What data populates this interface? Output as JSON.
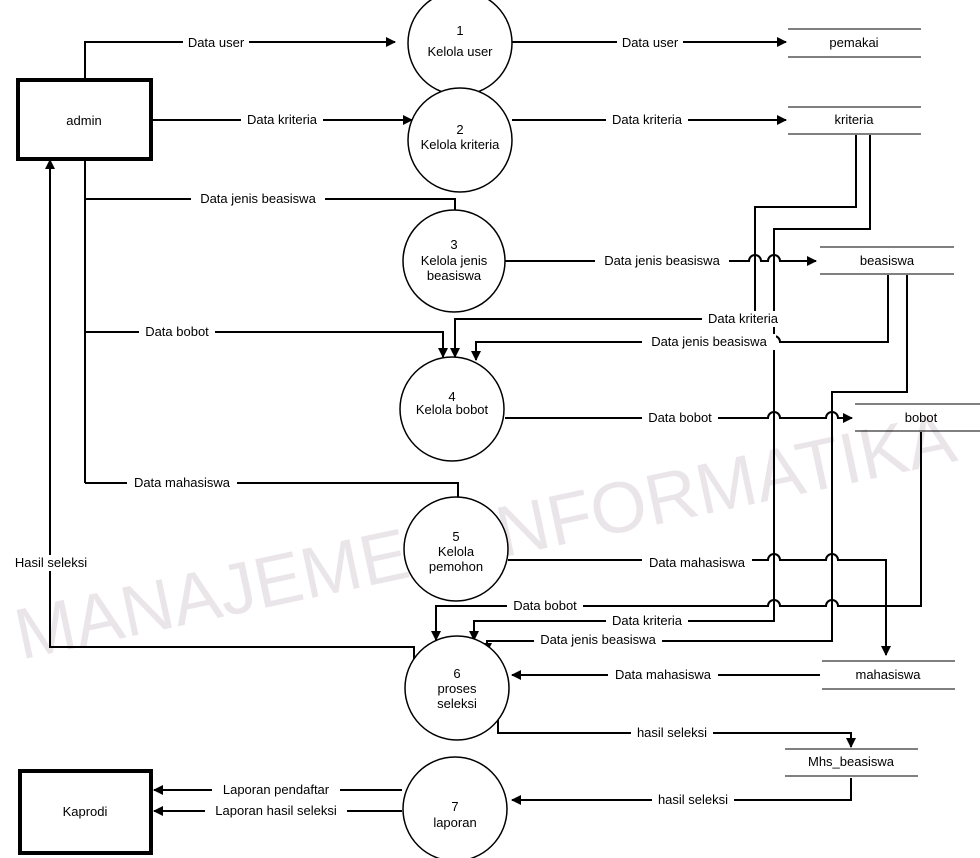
{
  "watermark": {
    "text": "MANAJEMEN INFORMATIKA"
  },
  "entities": {
    "admin": "admin",
    "kaprodi": "Kaprodi"
  },
  "processes": {
    "p1": {
      "number": "1",
      "name": "Kelola user"
    },
    "p2": {
      "number": "2",
      "name": "Kelola kriteria"
    },
    "p3": {
      "number": "3",
      "name_line1": "Kelola jenis",
      "name_line2": "beasiswa"
    },
    "p4": {
      "number": "4",
      "name": "Kelola bobot"
    },
    "p5": {
      "number": "5",
      "name_line1": "Kelola",
      "name_line2": "pemohon"
    },
    "p6": {
      "number": "6",
      "name_line1": "proses",
      "name_line2": "seleksi"
    },
    "p7": {
      "number": "7",
      "name": "laporan"
    }
  },
  "stores": {
    "pemakai": "pemakai",
    "kriteria": "kriteria",
    "beasiswa": "beasiswa",
    "bobot": "bobot",
    "mahasiswa": "mahasiswa",
    "mhs_beasiswa": "Mhs_beasiswa"
  },
  "flows": {
    "admin_p1": "Data user",
    "p1_pemakai": "Data user",
    "admin_p2": "Data kriteria",
    "p2_kriteria": "Data kriteria",
    "admin_p3": "Data jenis beasiswa",
    "p3_beasiswa": "Data jenis beasiswa",
    "kriteria_p4": "Data kriteria",
    "beasiswa_p4": "Data jenis beasiswa",
    "admin_p4": "Data bobot",
    "p4_bobot": "Data bobot",
    "admin_p5": "Data mahasiswa",
    "p5_mahasiswa": "Data mahasiswa",
    "bobot_p6": "Data bobot",
    "kriteria_p6": "Data kriteria",
    "beasiswa_p6": "Data jenis beasiswa",
    "mahasiswa_p6": "Data mahasiswa",
    "p6_admin": "Hasil seleksi",
    "p6_mhs": "hasil seleksi",
    "mhs_p7": "hasil seleksi",
    "p7_kaprodi_1": "Laporan pendaftar",
    "p7_kaprodi_2": "Laporan hasil seleksi"
  }
}
